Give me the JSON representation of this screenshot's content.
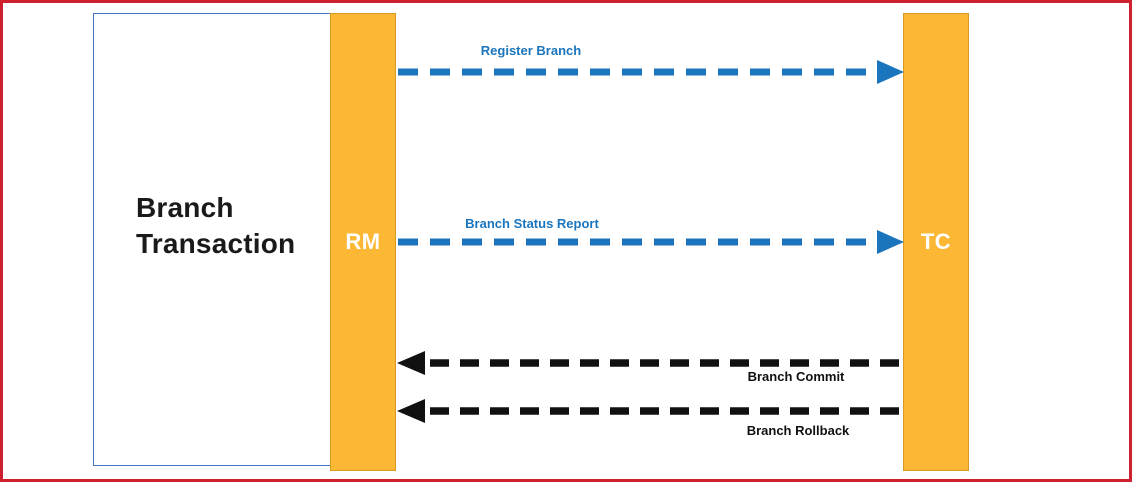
{
  "diagram": {
    "title_box": {
      "label": "Branch Transaction"
    },
    "lifelines": [
      {
        "id": "rm",
        "label": "RM"
      },
      {
        "id": "tc",
        "label": "TC"
      }
    ],
    "messages": [
      {
        "label": "Register Branch",
        "from": "RM",
        "to": "TC",
        "style": "blue-dashed"
      },
      {
        "label": "Branch Status Report",
        "from": "RM",
        "to": "TC",
        "style": "blue-dashed"
      },
      {
        "label": "Branch Commit",
        "from": "TC",
        "to": "RM",
        "style": "black-dashed"
      },
      {
        "label": "Branch Rollback",
        "from": "TC",
        "to": "RM",
        "style": "black-dashed"
      }
    ]
  },
  "colors": {
    "frame_red": "#CF2030",
    "bar_orange": "#FCB835",
    "bar_orange_border": "#D69A20",
    "arrow_blue": "#1B75BC",
    "arrow_black": "#111111",
    "box_border_blue": "#4472C4",
    "text_black": "#1A1A1A"
  }
}
